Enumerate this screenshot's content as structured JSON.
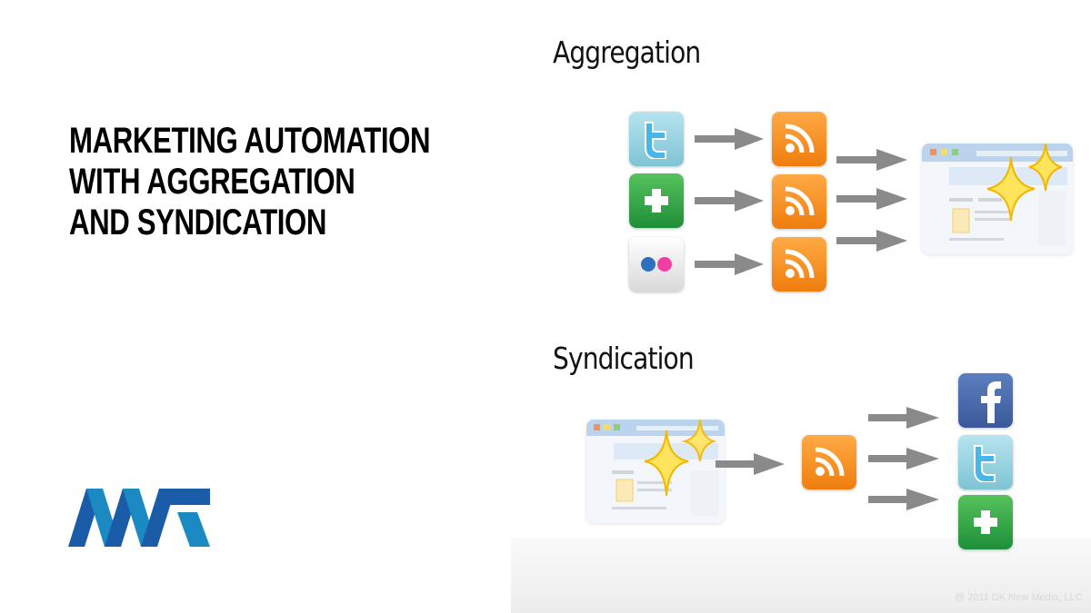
{
  "headline": {
    "lines": [
      "MARKETING AUTOMATION",
      "WITH AGGREGATION",
      "AND SYNDICATION"
    ]
  },
  "logo": {
    "name": "MAT logo",
    "colors": {
      "dark": "#1a5ca8",
      "light": "#1c8ac2"
    }
  },
  "diagram": {
    "aggregation": {
      "label": "Aggregation",
      "sources": [
        {
          "icon": "twitter-icon"
        },
        {
          "icon": "plus-icon"
        },
        {
          "icon": "flickr-icon"
        }
      ],
      "feeds": [
        {
          "icon": "rss-icon"
        },
        {
          "icon": "rss-icon"
        },
        {
          "icon": "rss-icon"
        }
      ],
      "target": {
        "icon": "webpage-sparkle-icon"
      }
    },
    "syndication": {
      "label": "Syndication",
      "source": {
        "icon": "webpage-sparkle-icon"
      },
      "feed": {
        "icon": "rss-icon"
      },
      "targets": [
        {
          "icon": "facebook-icon"
        },
        {
          "icon": "twitter-icon"
        },
        {
          "icon": "plus-icon"
        }
      ]
    },
    "copyright": "@ 2011 DK New Media, LLC",
    "colors": {
      "arrow": "#8a8a8a",
      "rss": "#f08a1c",
      "twitter": "#9fd6e4",
      "plus": "#2aa145",
      "facebook": "#3b5998"
    }
  }
}
